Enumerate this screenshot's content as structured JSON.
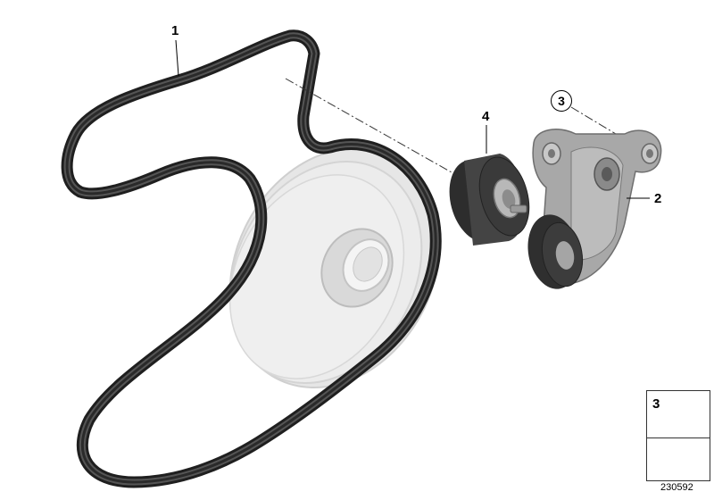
{
  "callouts": {
    "belt": "1",
    "tensioner": "2",
    "bolt": "3",
    "idler": "4"
  },
  "legend": {
    "bolt_number": "3"
  },
  "diagram_id": "230592",
  "colors": {
    "belt": "#2b2b2b",
    "pulley_ghost": "#d6d6d6",
    "metal": "#9a9a9a",
    "roller": "#3a3a3a"
  }
}
